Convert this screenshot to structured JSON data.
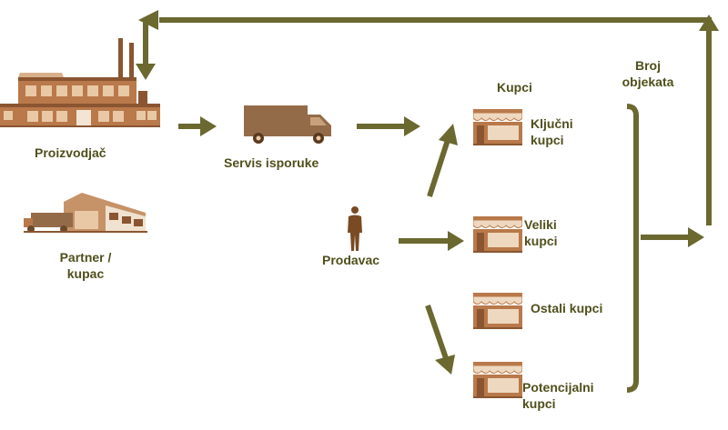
{
  "colors": {
    "arrow": "#6b6830",
    "text": "#4f4f1c",
    "building": "#b9794a",
    "building_dark": "#8a5530",
    "window": "#e9c8a6",
    "truck": "#946b48",
    "person": "#7a4a22"
  },
  "labels": {
    "proizvodjac": "Proizvodjač",
    "partner_line1": "Partner /",
    "partner_line2": "kupac",
    "servis": "Servis isporuke",
    "prodavac": "Prodavac",
    "kupci": "Kupci",
    "broj_line1": "Broj",
    "broj_line2": "objekata",
    "kljucni_line1": "Ključni",
    "kljucni_line2": "kupci",
    "veliki_line1": "Veliki",
    "veliki_line2": "kupci",
    "ostali": "Ostali kupci",
    "potencijalni_line1": "Potencijalni",
    "potencijalni_line2": "kupci"
  },
  "icons": {
    "factory": "factory-icon",
    "warehouse": "warehouse-icon",
    "delivery_truck": "delivery-truck-icon",
    "salesperson": "salesperson-icon",
    "store": "store-icon"
  }
}
